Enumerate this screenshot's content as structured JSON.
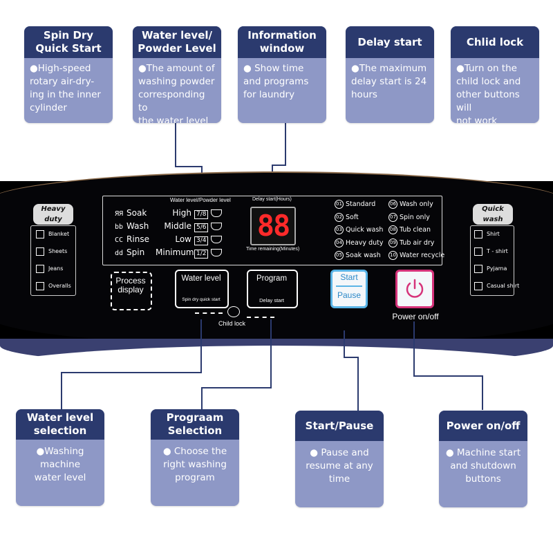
{
  "top_cards": [
    {
      "title": "Spin Dry\nQuick Start",
      "text": "●High-speed\nrotary air-dry-\ning in the inner\ncylinder"
    },
    {
      "title": "Water level/\nPowder Level",
      "text": "●The amount of\nwashing powder\ncorresponding to\nthe water level"
    },
    {
      "title": "Information\nwindow",
      "text": "● Show time\nand programs\nfor laundry"
    },
    {
      "title": "Delay start",
      "text": "●The maximum\ndelay start is 24\nhours"
    },
    {
      "title": "Chlid lock",
      "text": "●Turn on the\nchild lock and\nother buttons will\nnot work"
    }
  ],
  "bottom_cards": [
    {
      "title": "Water level\nselection",
      "text": "●Washing\nmachine\nwater level"
    },
    {
      "title": "Prograam\nSelection",
      "text": "● Choose the\nright washing\nprogram"
    },
    {
      "title": "Start/Pause",
      "text": "● Pause and\nresume at any\ntime"
    },
    {
      "title": "Power on/off",
      "text": "● Machine start\nand shutdown\nbuttons"
    }
  ],
  "panel": {
    "heavy_duty_label": "Heavy duty",
    "heavy_duty_items": [
      "Blanket",
      "Sheets",
      "Jeans",
      "Overalls"
    ],
    "quick_wash_label": "Quick wash",
    "quick_wash_items": [
      "Shirt",
      "T - shirt",
      "Pyjama",
      "Casual shirt"
    ],
    "stages": [
      {
        "code": "ЯЯ",
        "label": "Soak"
      },
      {
        "code": "bb",
        "label": "Wash"
      },
      {
        "code": "CC",
        "label": "Rinse"
      },
      {
        "code": "dd",
        "label": "Spin"
      }
    ],
    "water_level_header": "Water level/Powder level",
    "water_levels": [
      {
        "name": "High",
        "ratio": "7/8"
      },
      {
        "name": "Middle",
        "ratio": "5/6"
      },
      {
        "name": "Low",
        "ratio": "3/4"
      },
      {
        "name": "Minimum",
        "ratio": "1/2"
      }
    ],
    "delay_header": "Delay start(Hours)",
    "display_value": "88",
    "time_remaining": "Time remaining(Minutes)",
    "programs_left": [
      {
        "num": "01",
        "name": "Standard"
      },
      {
        "num": "02",
        "name": "Soft"
      },
      {
        "num": "03",
        "name": "Quick wash"
      },
      {
        "num": "04",
        "name": "Heavy duty"
      },
      {
        "num": "05",
        "name": "Soak wash"
      }
    ],
    "programs_right": [
      {
        "num": "06",
        "name": "Wash only"
      },
      {
        "num": "07",
        "name": "Spin only"
      },
      {
        "num": "08",
        "name": "Tub clean"
      },
      {
        "num": "09",
        "name": "Tub air dry"
      },
      {
        "num": "10",
        "name": "Water recycle"
      }
    ],
    "process_display": "Process\ndisplay",
    "water_level_button": "Water level",
    "spin_dry_quick_start": "Spin dry quick start",
    "program_button": "Program",
    "delay_start_small": "Delay start",
    "child_lock": "Child lock",
    "start_label": "Start",
    "pause_label": "Pause",
    "power_label": "Power on/off"
  },
  "colors": {
    "card_header": "#2b3a6e",
    "card_body": "#8e98c6",
    "start_button": "#5ab4e6",
    "power_button": "#d6337a",
    "led": "#ff2a2a"
  }
}
